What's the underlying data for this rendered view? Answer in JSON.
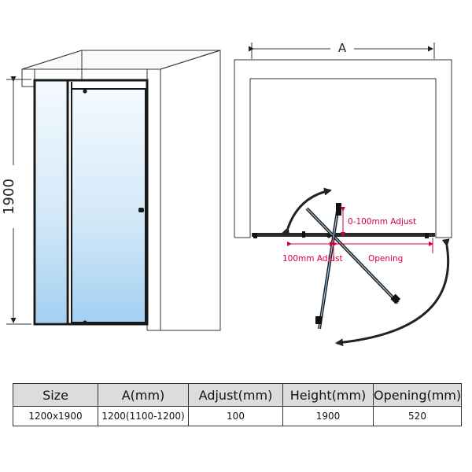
{
  "perspective": {
    "height_label": "1900"
  },
  "plan": {
    "width_label": "A",
    "adjust_label": "0-100mm Adjust",
    "adjust_side_label": "100mm Adjust",
    "opening_label": "Opening"
  },
  "colors": {
    "frame": "#1a1a1a",
    "wall_fill": "#ffffff",
    "glass_top": "#f2f8fd",
    "glass_bottom": "#a9d2f2",
    "annotation_red": "#d6003a",
    "table_header_bg": "#dcdcdc"
  },
  "spec_table": {
    "headers": {
      "size": "Size",
      "a": "A(mm)",
      "adjust": "Adjust(mm)",
      "height": "Height(mm)",
      "opening": "Opening(mm)"
    },
    "row": {
      "size": "1200x1900",
      "a": "1200(1100-1200)",
      "adjust": "100",
      "height": "1900",
      "opening": "520"
    }
  }
}
